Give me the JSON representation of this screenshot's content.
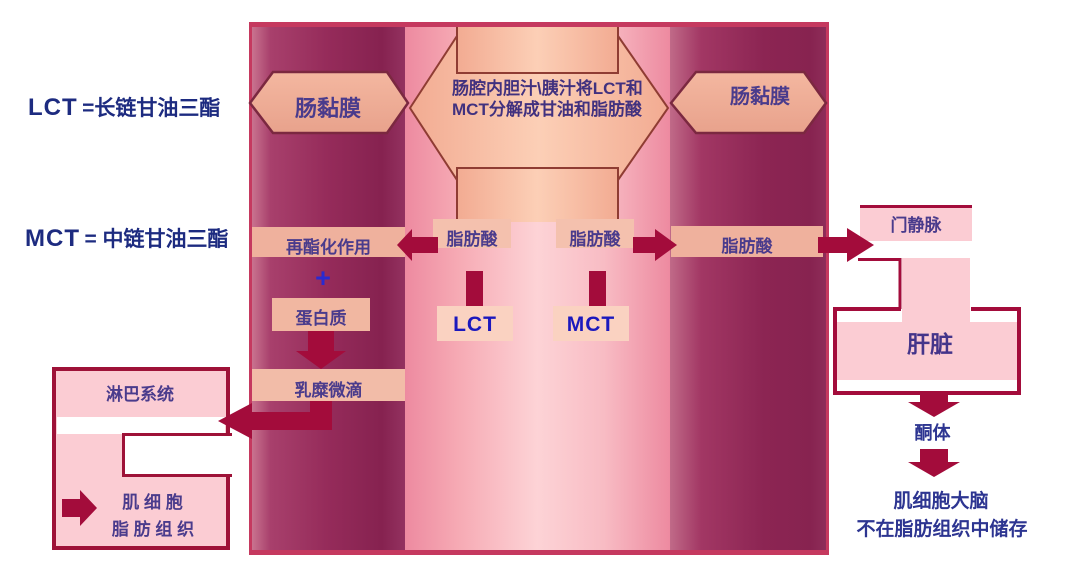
{
  "legend": {
    "lct": {
      "term": "LCT",
      "definition": "=长链甘油三酯"
    },
    "mct": {
      "term": "MCT",
      "definition": "= 中链甘油三酯"
    }
  },
  "diagram": {
    "left_mucosa": "肠黏膜",
    "right_mucosa": "肠黏膜",
    "lumen_note": "肠腔内胆汁\\胰汁将LCT和MCT分解成甘油和脂肪酸",
    "lumen": {
      "fatty_acid_left": "脂肪酸",
      "fatty_acid_right": "脂肪酸",
      "lct": "LCT",
      "mct": "MCT"
    },
    "left_path": {
      "reesterification": "再酯化作用",
      "plus": "+",
      "protein": "蛋白质",
      "chylomicron": "乳糜微滴"
    },
    "lymph": {
      "system": "淋巴系统",
      "muscle": "肌 细 胞",
      "adipose": "脂 肪 组 织"
    },
    "right_path": {
      "fatty_acid": "脂肪酸",
      "portal_vein": "门静脉",
      "liver": "肝脏",
      "ketone_bodies": "酮体",
      "destination": "肌细胞大脑",
      "storage_note": "不在脂肪组织中储存"
    }
  },
  "colors": {
    "frame_border": "#c5395f",
    "arrow_dark_red": "#a30c3b",
    "salmon_box": "#efb19d",
    "pink_box": "#fbccd3",
    "dark_box_border": "#9e1238",
    "shape_outline": "#8f3c33",
    "label_text": "#4a3b8c",
    "lct_mct_text": "#1b18bd",
    "definition_text": "#1d2b80"
  }
}
